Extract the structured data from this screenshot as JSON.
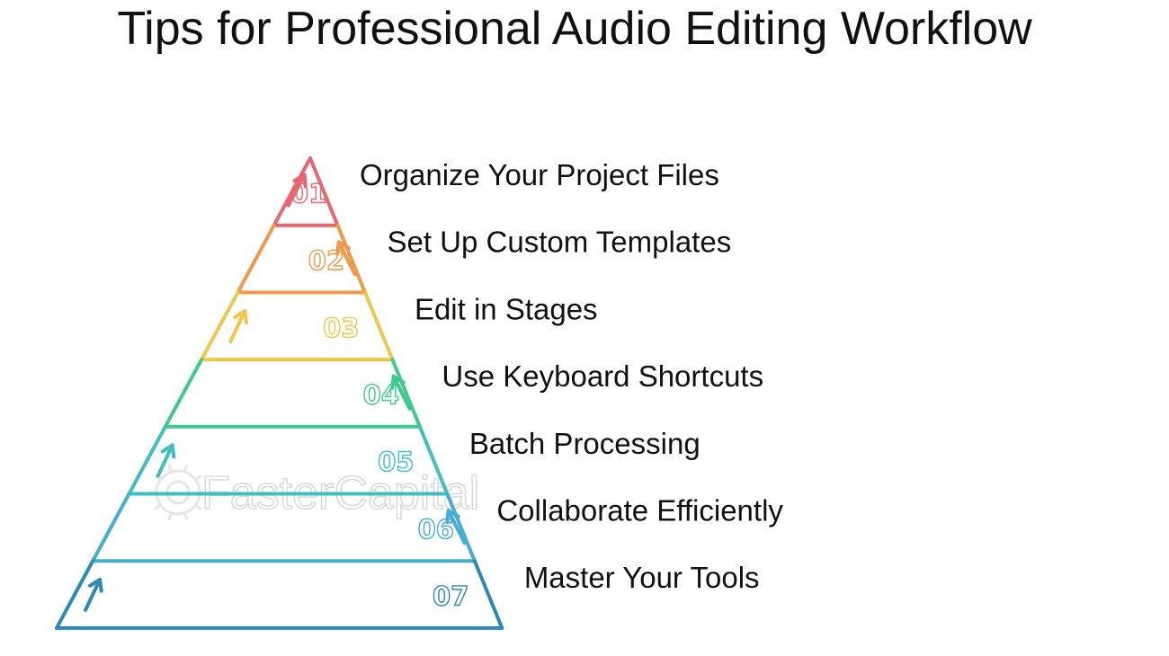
{
  "title": "Tips for Professional Audio Editing Workflow",
  "watermark": "FasterCapital",
  "steps": [
    {
      "number": "01",
      "label": "Organize Your Project Files",
      "color": "#e8666f"
    },
    {
      "number": "02",
      "label": "Set Up Custom Templates",
      "color": "#f0994a"
    },
    {
      "number": "03",
      "label": "Edit in Stages",
      "color": "#f2c64b"
    },
    {
      "number": "04",
      "label": "Use Keyboard Shortcuts",
      "color": "#3ec98d"
    },
    {
      "number": "05",
      "label": "Batch Processing",
      "color": "#3fbfbf"
    },
    {
      "number": "06",
      "label": "Collaborate Efficiently",
      "color": "#44aed2"
    },
    {
      "number": "07",
      "label": "Master Your Tools",
      "color": "#2c89b7"
    }
  ]
}
